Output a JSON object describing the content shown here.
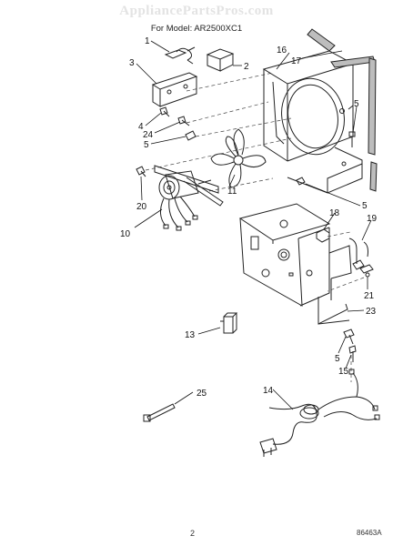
{
  "header": {
    "watermark": "AppliancePartsPros.com",
    "model_line": "For Model: AR2500XC1"
  },
  "callouts": [
    "1",
    "2",
    "3",
    "4",
    "24",
    "5",
    "16",
    "17",
    "5",
    "11",
    "20",
    "10",
    "5",
    "18",
    "19",
    "21",
    "23",
    "13",
    "5",
    "15",
    "14",
    "25"
  ],
  "footer": {
    "page_number": "2",
    "figure_number": "86463A"
  }
}
